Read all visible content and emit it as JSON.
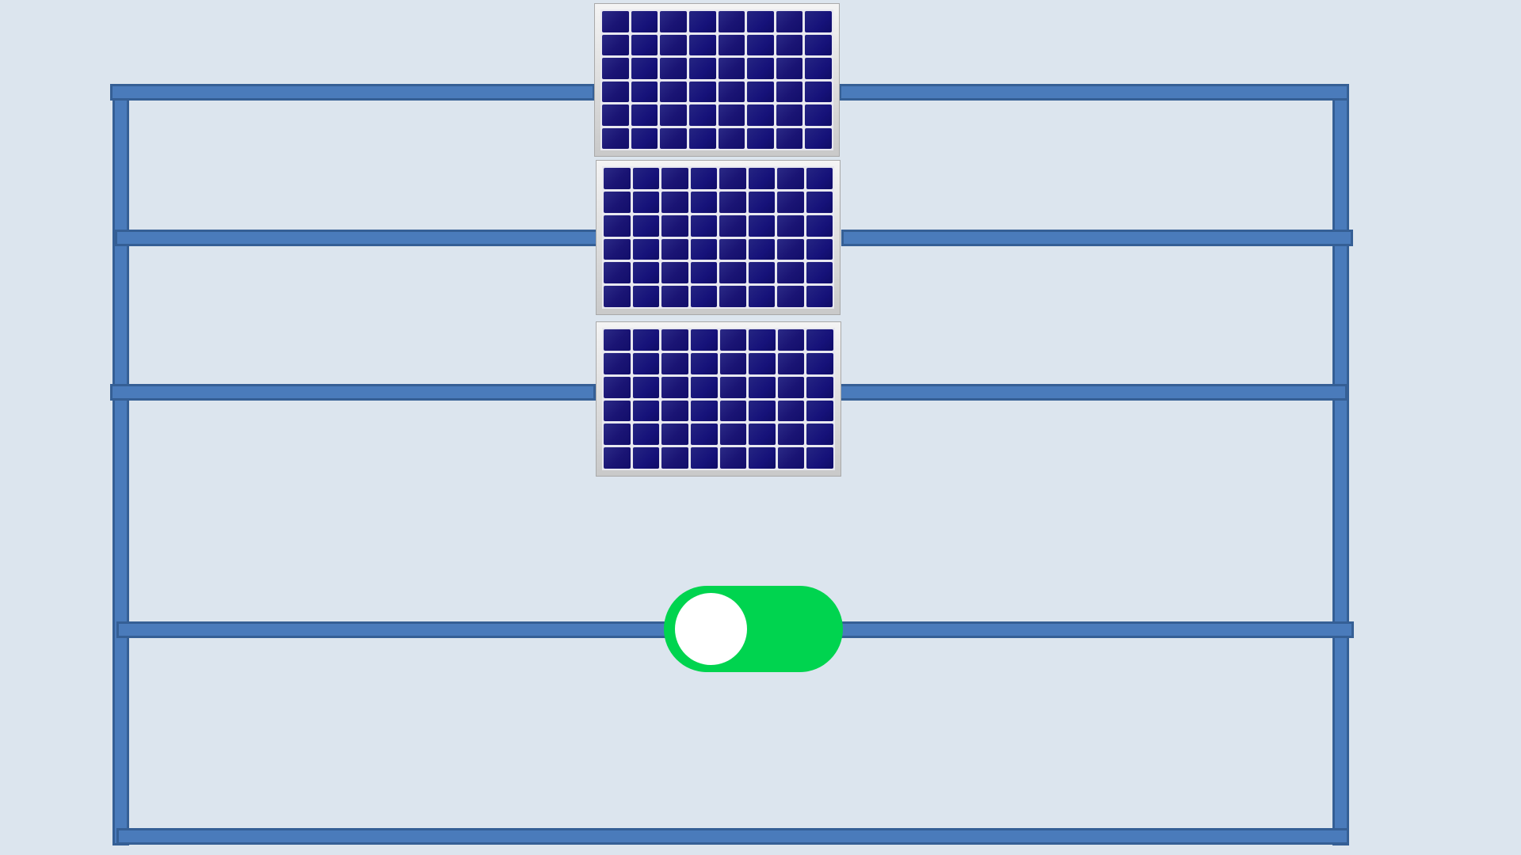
{
  "circuit": {
    "wire_color": "#4a7bbb",
    "wire_border_color": "#355f95",
    "background_color": "#dce5ee"
  },
  "solar_panels": [
    {
      "name": "solar-panel-top"
    },
    {
      "name": "solar-panel-middle"
    },
    {
      "name": "solar-panel-bottom"
    }
  ],
  "switch": {
    "state": "on",
    "on_color": "#00d44f",
    "knob_color": "#ffffff"
  }
}
